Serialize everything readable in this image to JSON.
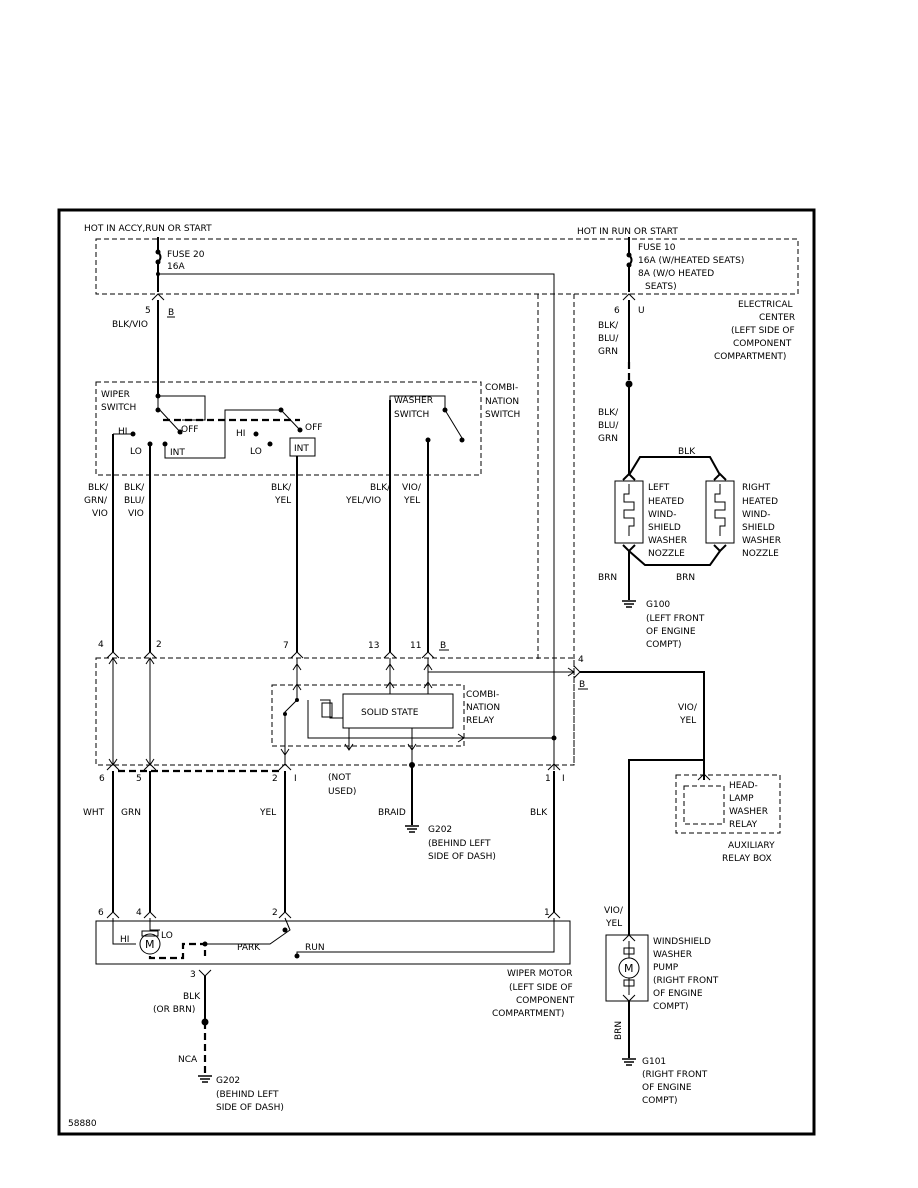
{
  "diagram_id": "58880",
  "power": {
    "left_hot": "HOT IN ACCY,RUN OR START",
    "right_hot": "HOT IN RUN OR START",
    "fuse20": [
      "FUSE 20",
      "16A"
    ],
    "fuse10": [
      "FUSE 10",
      "16A (W/HEATED SEATS)",
      "8A (W/O HEATED",
      "SEATS)"
    ],
    "electrical_center": [
      "ELECTRICAL",
      "CENTER",
      "(LEFT SIDE OF",
      "COMPONENT",
      "COMPARTMENT)"
    ]
  },
  "connectors": {
    "ec5": {
      "pin": "5",
      "letter": "B"
    },
    "ec6": {
      "pin": "6",
      "letter": "U"
    },
    "relay_pins": [
      "4",
      "2",
      "7",
      "13",
      "11",
      "B"
    ],
    "relay_right": {
      "pin": "4",
      "letter": "B"
    },
    "lower_pins": [
      "6",
      "5",
      "2",
      "I",
      "1",
      "I"
    ],
    "motor_pins": [
      "6",
      "4",
      "2",
      "1"
    ],
    "motor_ground_pin": "3"
  },
  "wires": {
    "blk_vio": "BLK/VIO",
    "blk_blu_grn": [
      "BLK/",
      "BLU/",
      "GRN"
    ],
    "blk_green_vio": [
      "BLK/",
      "GRN/",
      "VIO"
    ],
    "blk_blu_vio": [
      "BLK/",
      "BLU/",
      "VIO"
    ],
    "blk_yel": [
      "BLK/",
      "YEL"
    ],
    "blk_yel_vio": [
      "BLK/",
      "YEL/VIO"
    ],
    "vio_yel": [
      "VIO/",
      "YEL"
    ],
    "blk": "BLK",
    "brn": "BRN",
    "wht": "WHT",
    "grn": "GRN",
    "yel": "YEL",
    "braid": "BRAID",
    "blk_or_brn": [
      "BLK",
      "(OR BRN)"
    ],
    "nca": "NCA"
  },
  "switches": {
    "wiper_switch": [
      "WIPER",
      "SWITCH"
    ],
    "washer_switch": [
      "WASHER",
      "SWITCH"
    ],
    "combination_switch": [
      "COMBI-",
      "NATION",
      "SWITCH"
    ],
    "positions": {
      "hi": "HI",
      "lo": "LO",
      "int": "INT",
      "off": "OFF"
    }
  },
  "relay": {
    "solid_state": "SOLID STATE",
    "name": [
      "COMBI-",
      "NATION",
      "RELAY"
    ],
    "not_used": [
      "(NOT",
      "USED)"
    ]
  },
  "nozzles": {
    "left": [
      "LEFT",
      "HEATED",
      "WIND-",
      "SHIELD",
      "WASHER",
      "NOZZLE"
    ],
    "right": [
      "RIGHT",
      "HEATED",
      "WIND-",
      "SHIELD",
      "WASHER",
      "NOZZLE"
    ]
  },
  "grounds": {
    "g100": [
      "G100",
      "(LEFT FRONT",
      "OF ENGINE",
      "COMPT)"
    ],
    "g202_relay": [
      "G202",
      "(BEHIND LEFT",
      "SIDE OF DASH)"
    ],
    "g202_motor": [
      "G202",
      "(BEHIND LEFT",
      "SIDE OF DASH)"
    ],
    "g101": [
      "G101",
      "(RIGHT FRONT",
      "OF ENGINE",
      "COMPT)"
    ]
  },
  "headlamp_relay": [
    "HEAD-",
    "LAMP",
    "WASHER",
    "RELAY"
  ],
  "aux_box": [
    "AUXILIARY",
    "RELAY BOX"
  ],
  "wiper_motor": {
    "label": [
      "WIPER MOTOR",
      "(LEFT SIDE OF",
      "COMPONENT",
      "COMPARTMENT)"
    ],
    "motor_symbol": "M",
    "hi": "HI",
    "lo": "LO",
    "park": "PARK",
    "run": "RUN"
  },
  "washer_pump": {
    "label": [
      "WINDSHIELD",
      "WASHER",
      "PUMP",
      "(RIGHT FRONT",
      "OF ENGINE",
      "COMPT)"
    ],
    "motor_symbol": "M"
  }
}
